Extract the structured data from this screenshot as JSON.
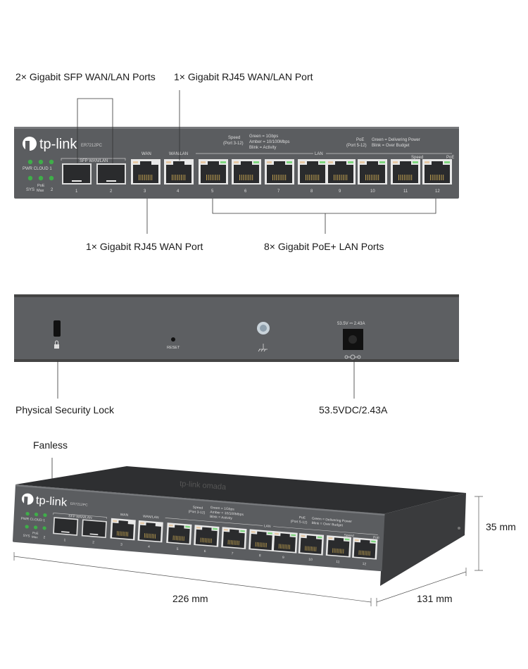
{
  "callouts": {
    "sfp": "2× Gigabit SFP WAN/LAN Ports",
    "wanlan": "1× Gigabit RJ45 WAN/LAN Port",
    "wan": "1× Gigabit RJ45 WAN Port",
    "poe": "8× Gigabit PoE+ LAN Ports",
    "lock": "Physical Security Lock",
    "power": "53.5VDC/2.43A",
    "fanless": "Fanless",
    "height": "35 mm",
    "width": "226 mm",
    "depth": "131 mm"
  },
  "front": {
    "logo": "tp-link",
    "model": "ER7212PC",
    "leds_row1": "PWR CLOUD  1",
    "led_sys": "SYS",
    "led_poe": "PoE",
    "led_max": "Max",
    "led_2": "2",
    "sfp_group": "SFP WAN/LAN",
    "wan": "WAN",
    "wanlan": "WAN/LAN",
    "lan": "LAN",
    "speed_title": "Speed",
    "speed_ports": "(Port 3-12)",
    "speed_green": "Green   = 1Gbps",
    "speed_amber": "Amber  = 10/100Mbps",
    "speed_blink": "Blink    = Activity",
    "poe_title": "PoE",
    "poe_ports": "(Port 5-12)",
    "poe_green": "Green  = Delivering Power",
    "poe_blink": "Blink   = Over Budget",
    "speed_led": "Speed",
    "poe_led": "PoE",
    "sfp_ports": [
      "1",
      "2"
    ],
    "rj45_ports": [
      "3",
      "4",
      "5",
      "6",
      "7",
      "8",
      "9",
      "10",
      "11",
      "12"
    ]
  },
  "rear": {
    "reset": "RESET",
    "power_rating": "53.5V ⎓ 2.43A"
  },
  "top": {
    "brand": "tp-link omada"
  },
  "colors": {
    "panel": "#5b5d60",
    "led": "#3fae49",
    "port": "#e8e8e8"
  }
}
